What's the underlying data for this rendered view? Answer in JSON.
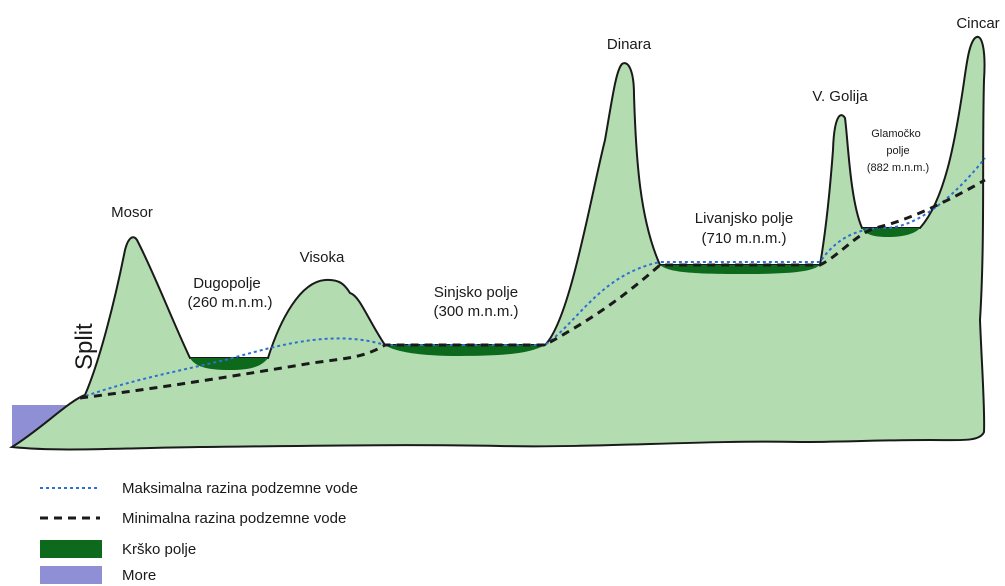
{
  "colors": {
    "terrain_fill": "#b3dcb1",
    "terrain_stroke": "#1a1a1a",
    "karst_field": "#0d6a1c",
    "sea": "#8f8fd6",
    "max_water": "#2f6fd0",
    "min_water": "#1a1a1a"
  },
  "labels": {
    "split": "Split",
    "mosor": "Mosor",
    "dugopolje_name": "Dugopolje",
    "dugopolje_alt": "(260 m.n.m.)",
    "visoka": "Visoka",
    "sinjsko_name": "Sinjsko polje",
    "sinjsko_alt": "(300 m.n.m.)",
    "dinara": "Dinara",
    "livanjsko_name": "Livanjsko polje",
    "livanjsko_alt": "(710 m.n.m.)",
    "golija": "V. Golija",
    "glamocko_name_1": "Glamočko",
    "glamocko_name_2": "polje",
    "glamocko_alt": "(882 m.n.m.)",
    "cincar": "Cincar"
  },
  "legend": {
    "max_water": "Maksimalna razina podzemne vode",
    "min_water": "Minimalna razina podzemne vode",
    "karst_field": "Krško polje",
    "sea": "More"
  }
}
